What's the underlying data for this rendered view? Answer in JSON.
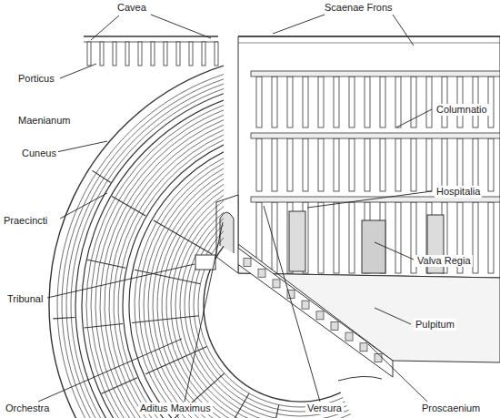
{
  "diagram": {
    "labels": [
      "Cavea",
      "Scaenae Frons",
      "Porticus",
      "Maenianum",
      "Columnatio",
      "Cuneus",
      "Hospitalia",
      "Praecincti",
      "Valva Regia",
      "Tribunal",
      "Pulpitum",
      "Orchestra",
      "Aditus Maximus",
      "Versura",
      "Proscaenium"
    ]
  }
}
